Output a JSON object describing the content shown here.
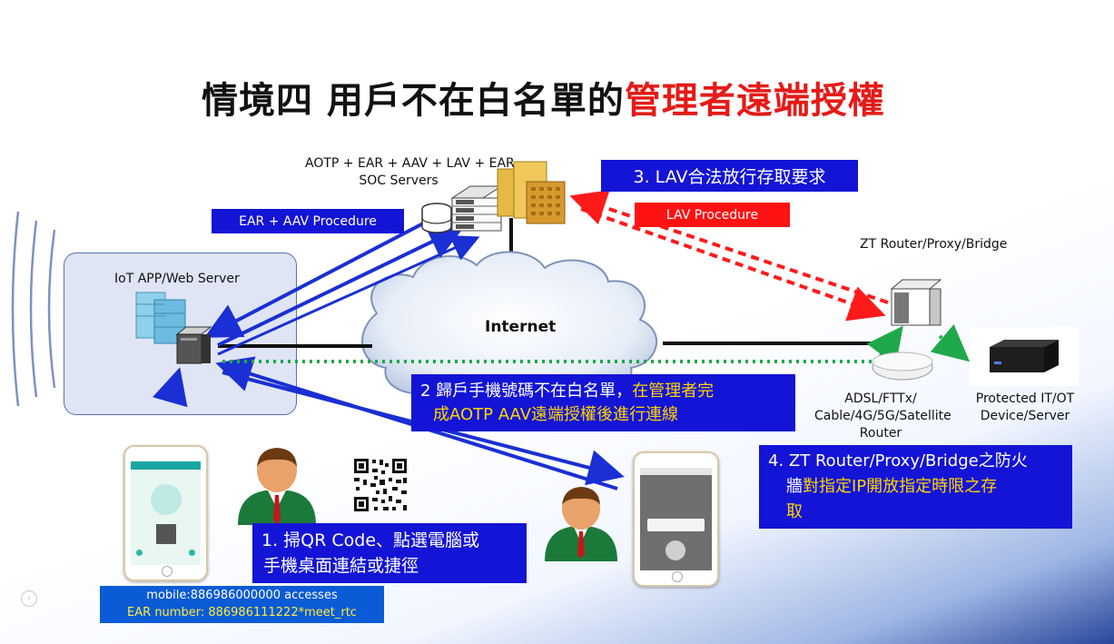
{
  "slide": {
    "title_black": "情境四 用戶不在白名單的",
    "title_red": "管理者遠端授權",
    "soc_label_line1": "AOTP + EAR + AAV +  LAV + EAR",
    "soc_label_line2": "SOC Servers",
    "ear_aav_procedure": "EAR + AAV Procedure",
    "lav_procedure": "LAV Procedure",
    "lav_grant": "3. LAV合法放行存取要求",
    "zt_router_label": "ZT Router/Proxy/Bridge",
    "iot_server_label": "IoT APP/Web Server",
    "internet_label": "Internet",
    "adsl_line1": "ADSL/FTTx/",
    "adsl_line2": "Cable/4G/5G/Satellite",
    "adsl_line3": "Router",
    "protected_line1": "Protected IT/OT",
    "protected_line2": "Device/Server",
    "step2_part1": "2 歸戶手機號碼不在白名單，",
    "step2_part2": "在管理者完",
    "step2_line2": "成AOTP AAV遠端授權後進行連線",
    "step4_line1": "4. ZT Router/Proxy/Bridge之防火",
    "step4_line2_white": "牆",
    "step4_line2_yellow": "對指定IP開放指定時限之存",
    "step4_line3": "取",
    "step1_line1": "1. 掃QR Code、點選電腦或",
    "step1_line2": "手機桌面連結或捷徑",
    "mobile_line1": "mobile:886986000000 accesses",
    "mobile_line2": "EAR number: 886986111222*meet_rtc"
  },
  "colors": {
    "accent_blue": "#1414d6",
    "accent_red": "#ff1212",
    "highlight_yellow": "#ffd400",
    "arrow_blue": "#1a2fd4",
    "arrow_red": "#ff1a1a",
    "arrow_green": "#1fa84a"
  },
  "icons": [
    "server-rack-icon",
    "database-icon",
    "building-icon",
    "cloud-icon",
    "router-icon",
    "mini-pc-icon",
    "phone-icon",
    "person-icon",
    "qr-code-icon"
  ]
}
